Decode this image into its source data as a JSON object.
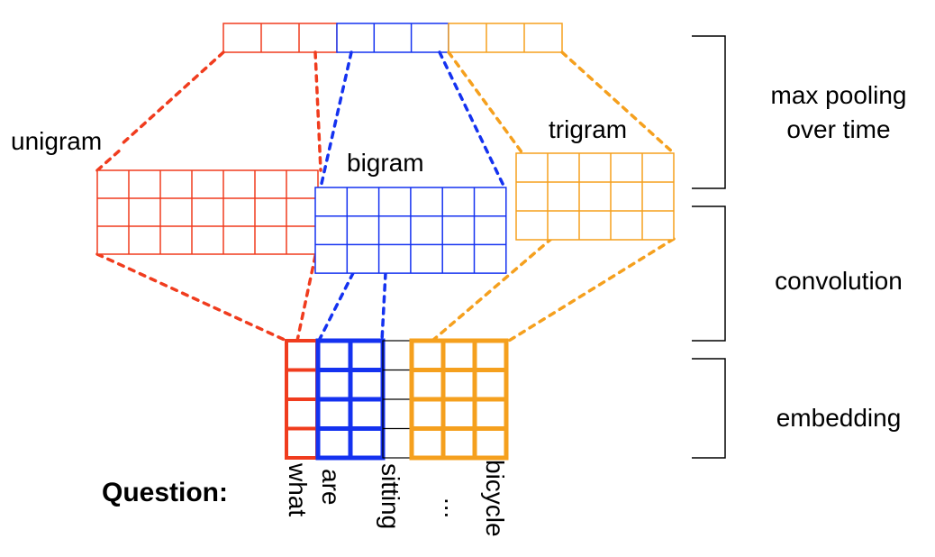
{
  "colors": {
    "red": "#f03c1e",
    "blue": "#1432f0",
    "orange": "#f5a01e",
    "black": "#000000"
  },
  "labels": {
    "unigram": "unigram",
    "bigram": "bigram",
    "trigram": "trigram",
    "max_pooling_line1": "max pooling",
    "max_pooling_line2": "over time",
    "convolution": "convolution",
    "embedding": "embedding",
    "question": "Question:"
  },
  "words": [
    "what",
    "are",
    "sitting",
    "...",
    "bicycle"
  ]
}
